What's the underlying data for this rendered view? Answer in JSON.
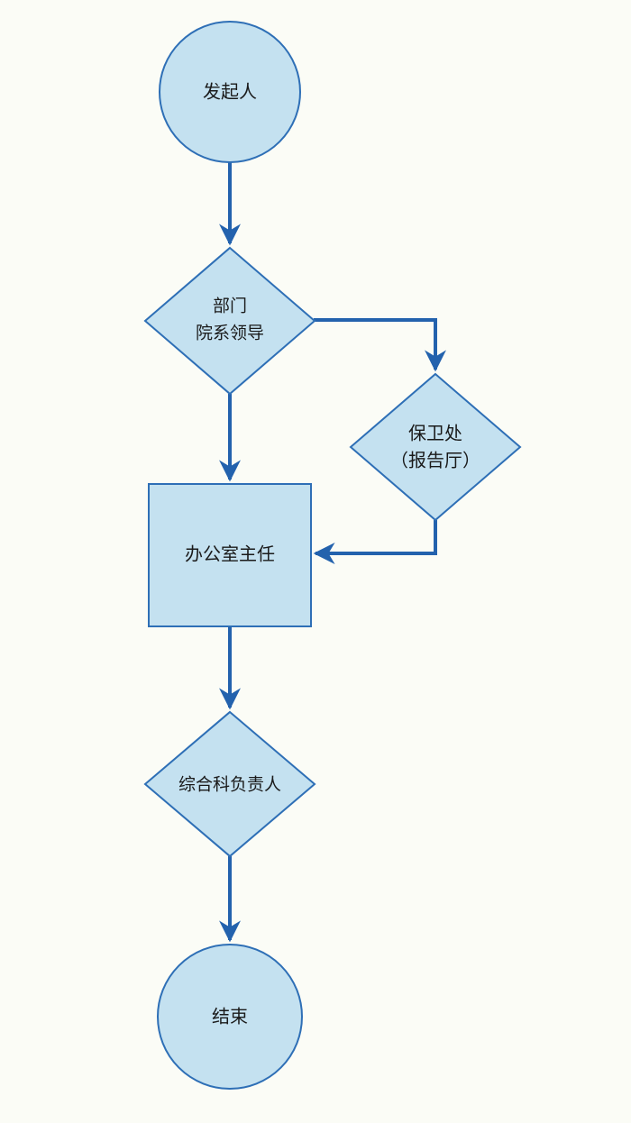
{
  "diagram": {
    "type": "flowchart",
    "colors": {
      "node_fill": "#c4e1f0",
      "node_border": "#2e6fb6",
      "arrow": "#2362ad",
      "background": "#fbfcf6"
    },
    "nodes": {
      "start": {
        "shape": "circle",
        "label": "发起人"
      },
      "dept": {
        "shape": "diamond",
        "line1": "部门",
        "line2": "院系领导"
      },
      "security": {
        "shape": "diamond",
        "line1": "保卫处",
        "line2": "（报告厅）"
      },
      "office": {
        "shape": "rectangle",
        "label": "办公室主任"
      },
      "general": {
        "shape": "diamond",
        "label": "综合科负责人"
      },
      "end": {
        "shape": "circle",
        "label": "结束"
      }
    },
    "edges": [
      {
        "from": "start",
        "to": "dept"
      },
      {
        "from": "dept",
        "to": "office"
      },
      {
        "from": "dept",
        "to": "security"
      },
      {
        "from": "security",
        "to": "office"
      },
      {
        "from": "office",
        "to": "general"
      },
      {
        "from": "general",
        "to": "end"
      }
    ]
  }
}
